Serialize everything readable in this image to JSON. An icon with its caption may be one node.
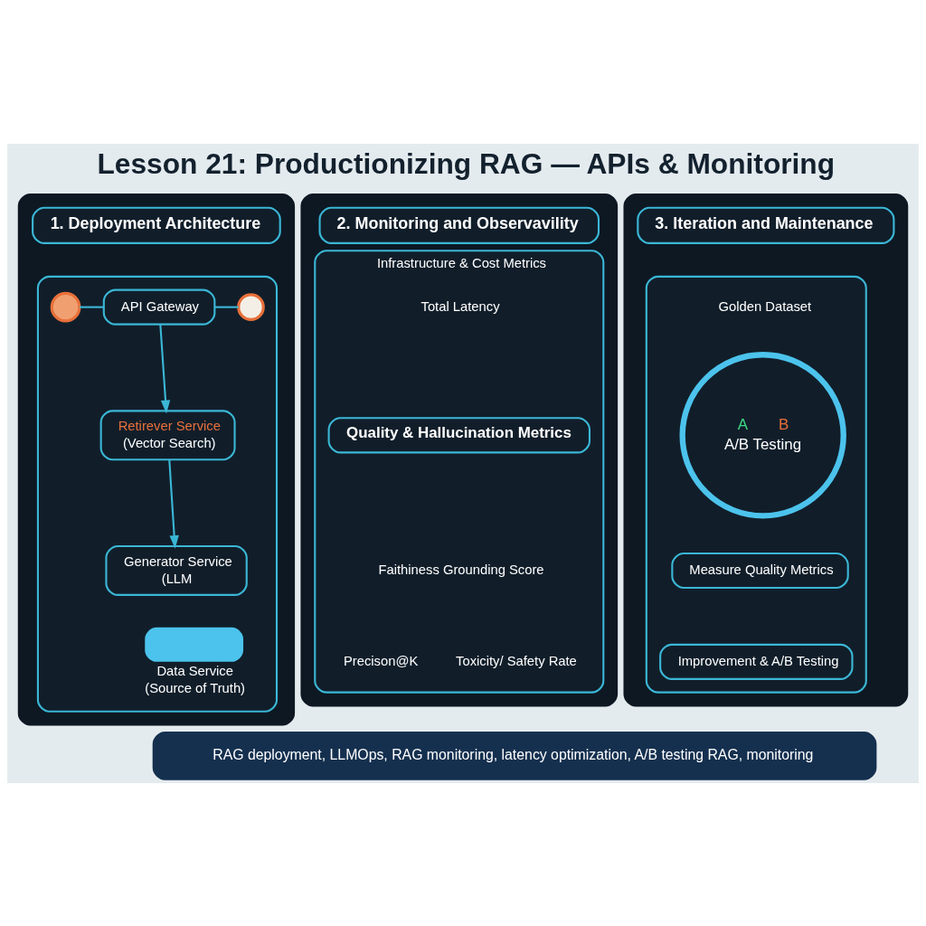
{
  "diagram": {
    "title": "Lesson 21: Productionizing RAG — APIs & Monitoring",
    "nodes": [
      {
        "text": [],
        "shape": "box"
      },
      {
        "text": [
          "1. Deployment Architecture"
        ],
        "in": 0
      },
      {
        "text": [],
        "shape": "box",
        "in": 0
      },
      {
        "text": [],
        "shape": "person",
        "in": 2
      },
      {
        "text": [
          "API Gateway"
        ],
        "in": 2
      },
      {
        "text": [],
        "shape": "circle",
        "in": 2
      },
      {
        "text": [
          "Retirever Service",
          "(Vector Search)"
        ],
        "in": 2
      },
      {
        "text": [
          "Generator Service",
          "(LLM"
        ],
        "in": 2
      },
      {
        "text": [
          "Data Service",
          "(Source of Truth)"
        ],
        "in": 2
      },
      {
        "text": [],
        "shape": "box"
      },
      {
        "text": [
          "2. Monitoring and Observavility"
        ],
        "in": 9
      },
      {
        "text": [
          "Infrastructure & Cost Metrics"
        ],
        "in": 9
      },
      {
        "text": [
          "Quality & Hallucination Metrics"
        ],
        "in": 11
      },
      {
        "text": [],
        "shape": "box"
      },
      {
        "text": [
          "3. Iteration and Maintenance"
        ],
        "in": 13
      },
      {
        "text": [],
        "shape": "box",
        "in": 13
      },
      {
        "text": [
          "A",
          "B",
          "A/B Testing"
        ],
        "in": 15
      },
      {
        "text": [
          "Measure Quality Metrics"
        ],
        "in": 15
      },
      {
        "text": [
          "Improvement & A/B Testing"
        ],
        "in": 15
      },
      {
        "text": [
          "RAG deployment, LLMOps, RAG monitoring, latency optimization, A/B testing RAG, monitoring"
        ]
      }
    ],
    "edges": [
      {
        "from": 3,
        "to": 4,
        "arrow": "none"
      },
      {
        "from": 4,
        "to": 5,
        "arrow": "none"
      },
      {
        "from": 4,
        "to": 6,
        "arrow": "to"
      },
      {
        "from": 6,
        "to": 7,
        "arrow": "to"
      }
    ],
    "labels": [
      "Total Latency",
      "Faithiness Grounding Score",
      "Precison@K",
      "Toxicity/ Safety Rate",
      "Golden Dataset"
    ]
  }
}
